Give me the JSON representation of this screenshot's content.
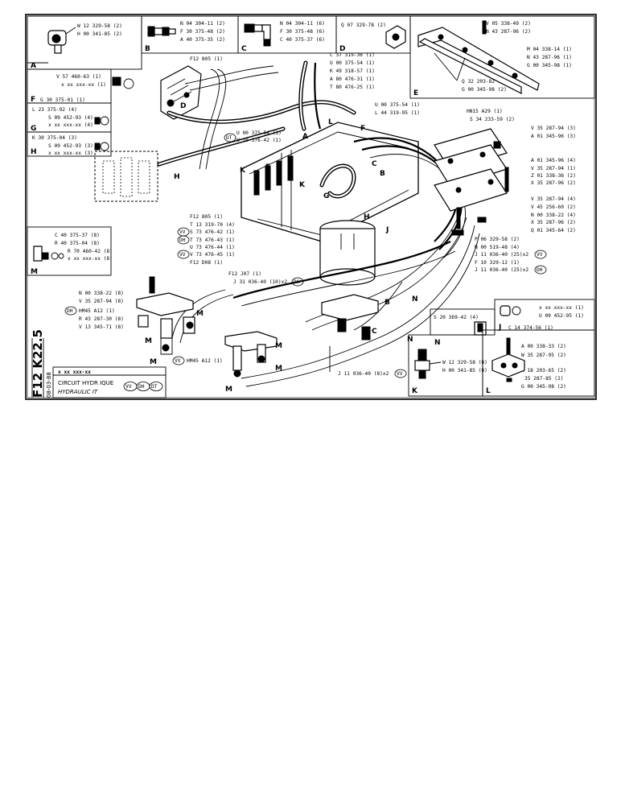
{
  "side_code": "F12 K22.5",
  "title_box": {
    "ref": "x xx xxx-xx",
    "line1": "CIRCUIT HYDR   IQUE",
    "line2": "HYDRAULIC       IT",
    "badges": [
      "VV",
      "DH",
      "DT"
    ],
    "date": "08-03-88"
  },
  "boxes": [
    {
      "id": "A",
      "lines": [
        "W 12 329-58 (2)",
        "H 00 341-85 (2)"
      ]
    },
    {
      "id": "B",
      "lines": [
        "N 04 304-11 (2)",
        "F 30 375-48 (2)",
        "A 40 375-35 (2)"
      ]
    },
    {
      "id": "C",
      "lines": [
        "N 04 304-11 (6)",
        "F 30 375-48 (6)",
        "C 40 375-37 (6)"
      ]
    },
    {
      "id": "D",
      "lines": [
        "Q 07 329-78 (2)"
      ]
    },
    {
      "id": "E",
      "lines": [
        "V 05 338-49 (2)",
        "N 43 287-96 (2)",
        "M 04 338-14 (1)",
        "N 43 287-96 (1)",
        "G 00 345-98 (1)",
        "Q 32 203-82 (2)",
        "G 00 345-98 (2)"
      ]
    },
    {
      "id": "F",
      "lines": [
        "V 57 460-63 (1)",
        "x xx xxx-xx (1)",
        "G 30 375-01 (1)"
      ]
    },
    {
      "id": "G",
      "lines": [
        "L 23 375-92 (4)",
        "S 09 452-93 (4)",
        "x xx xxx-xx (4)"
      ]
    },
    {
      "id": "H",
      "lines": [
        "K 30 375-04 (3)",
        "S 09 452-93 (3)",
        "x xx xxx-xx (3)"
      ]
    },
    {
      "id": "M",
      "lines": [
        "C 40 375-37 (8)",
        "R 40 375-04 (8)",
        "R 70 460-42 (8)",
        "x xx xxx-xx (8)"
      ]
    },
    {
      "id": "J",
      "lines": [
        "x xx xxx-xx (1)",
        "U 09 452-95 (1)",
        "C 14 374-56 (1)"
      ]
    },
    {
      "id": "K",
      "lines": [
        "W 12 329-58 (8)",
        "H 00 341-85 (8)"
      ]
    },
    {
      "id": "L",
      "lines": [
        "A 00 338-33 (2)",
        "W 35 287-95 (2)",
        "H 18 203-65 (2)",
        "35 287-85 (2)",
        "G 00 345-98 (2)"
      ]
    },
    {
      "id": "N",
      "lines": [
        "S 20 369-42 (4)"
      ]
    }
  ],
  "callouts": {
    "top_center": [
      "C 37 319-36 (1)",
      "U 00 375-54 (1)",
      "K 49 318-57 (1)",
      "A 80 476-31 (1)",
      "T 80 476-25 (1)"
    ],
    "mid_center": [
      "U 00 375-54 (1)",
      "L 44 319-95 (1)"
    ],
    "ot_group": [
      "U 00 375-54 (1)",
      "W 10 376-42 (1)"
    ],
    "right_top": [
      "HN15 A29 (1)",
      "S 34 233-59 (2)"
    ],
    "right_mid": [
      "V 35 287-94 (3)",
      "A 01 345-96 (3)",
      "A 01 345-96 (4)",
      "V 35 287-94 (1)",
      "Z 01 338-36 (2)",
      "X 35 287-96 (2)",
      "V 35 287-94 (4)",
      "V 45 256-60 (2)",
      "N 00 338-22 (4)",
      "X 35 287-96 (2)",
      "Q 01 345-64 (2)"
    ],
    "right_low": [
      "P 06 329-58 (2)",
      "N 00 519-48 (4)",
      "J 11 036-40 (25)x2",
      "F 10 329-12 (1)",
      "J 11 036-40 (25)x2"
    ],
    "left_mid": [
      "F12 805 (1)",
      "T 13 319-70 (4)",
      "S 73 476-42 (1)",
      "T 73 476-43 (1)",
      "U 73 476-44 (1)",
      "V 73 476-45 (1)",
      "F12 D08 (1)"
    ],
    "left_top": [
      "F12 805 (1)"
    ],
    "lower_left": [
      "F12 J07 (1)",
      "J 31 036-40 (10)x2",
      "N 00 338-22 (8)",
      "V 35 287-94 (8)",
      "HM45 A12 (1)",
      "R 43 287-30 (8)",
      "V 13 345-71 (8)",
      "HM45 A12 (1)"
    ],
    "lower_center": [
      "J 11 036-40 (8)x2"
    ]
  },
  "letter_tags": [
    "A",
    "B",
    "C",
    "D",
    "E",
    "F",
    "G",
    "H",
    "J",
    "K",
    "L",
    "M",
    "N"
  ]
}
